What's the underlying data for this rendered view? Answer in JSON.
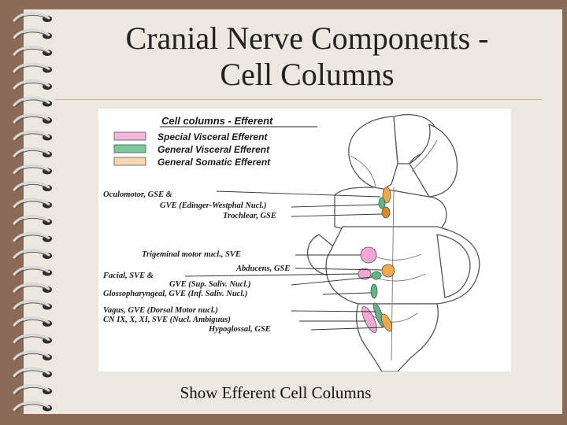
{
  "slide": {
    "title_line1": "Cranial Nerve Components -",
    "title_line2": "Cell Columns",
    "caption": "Show Efferent Cell Columns"
  },
  "figure": {
    "legend": {
      "title": "Cell columns - Efferent",
      "items": [
        {
          "label": "Special Visceral Efferent",
          "color": "#f4b7dc"
        },
        {
          "label": "General Visceral Efferent",
          "color": "#7cc79b"
        },
        {
          "label": "General Somatic Efferent",
          "color": "#f6d7b4"
        }
      ]
    },
    "labels": [
      "Oculomotor, GSE &",
      "GVE (Edinger-Westphal Nucl.)",
      "Trochlear, GSE",
      "Trigeminal motor nucl., SVE",
      "Abducens, GSE",
      "Facial, SVE &",
      "GVE (Sup. Saliv. Nucl.)",
      "Glossopharyngeal, GVE (Inf. Saliv. Nucl.)",
      "Vagus, GVE (Dorsal Motor nucl.)",
      "CN IX, X, XI, SVE (Nucl. Ambiguus)",
      "Hypoglossal, GSE"
    ],
    "colors": {
      "sve": "#f2a8d6",
      "gve": "#5fb585",
      "gse": "#f0a84a",
      "gse_dark": "#d98a2b",
      "outline": "#555555"
    }
  }
}
